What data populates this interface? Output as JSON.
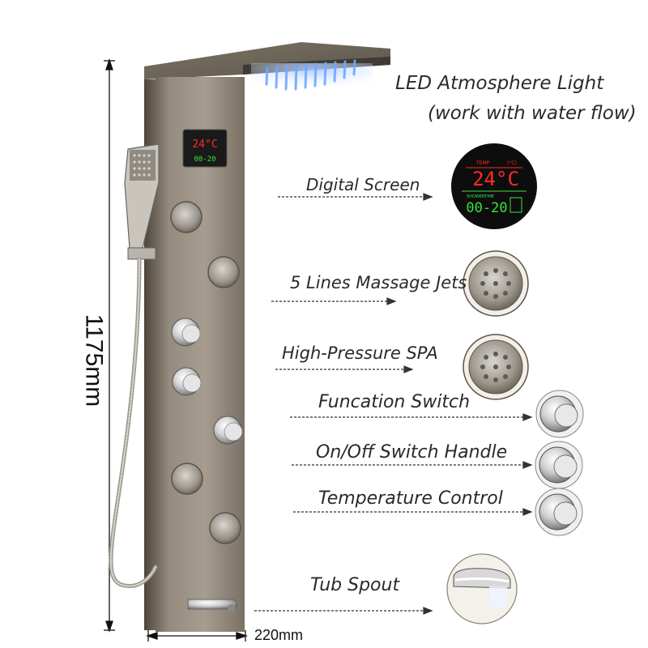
{
  "dimensions": {
    "height": "1175mm",
    "width": "220mm"
  },
  "features": [
    {
      "id": "led",
      "title": "LED Atmosphere Light",
      "subtitle": "(work with water flow)"
    },
    {
      "id": "screen",
      "title": "Digital Screen"
    },
    {
      "id": "jets",
      "title": "5 Lines Massage Jets"
    },
    {
      "id": "spa",
      "title": "High-Pressure SPA"
    },
    {
      "id": "switch",
      "title": "Funcation Switch"
    },
    {
      "id": "onoff",
      "title": "On/Off Switch Handle"
    },
    {
      "id": "temp",
      "title": "Temperature Control"
    },
    {
      "id": "spout",
      "title": "Tub Spout"
    }
  ],
  "display": {
    "temperature": "24°C",
    "time": "00-20",
    "temp_label": "TEMP",
    "unit_label": "(°C)",
    "mode_label": "SHOWERTIME"
  },
  "colors": {
    "panel": "#8a7f72",
    "panel_light": "#a8a094",
    "led_blue": "#6fa8ff",
    "display_red": "#ff2a2a",
    "display_green": "#39e23a"
  }
}
